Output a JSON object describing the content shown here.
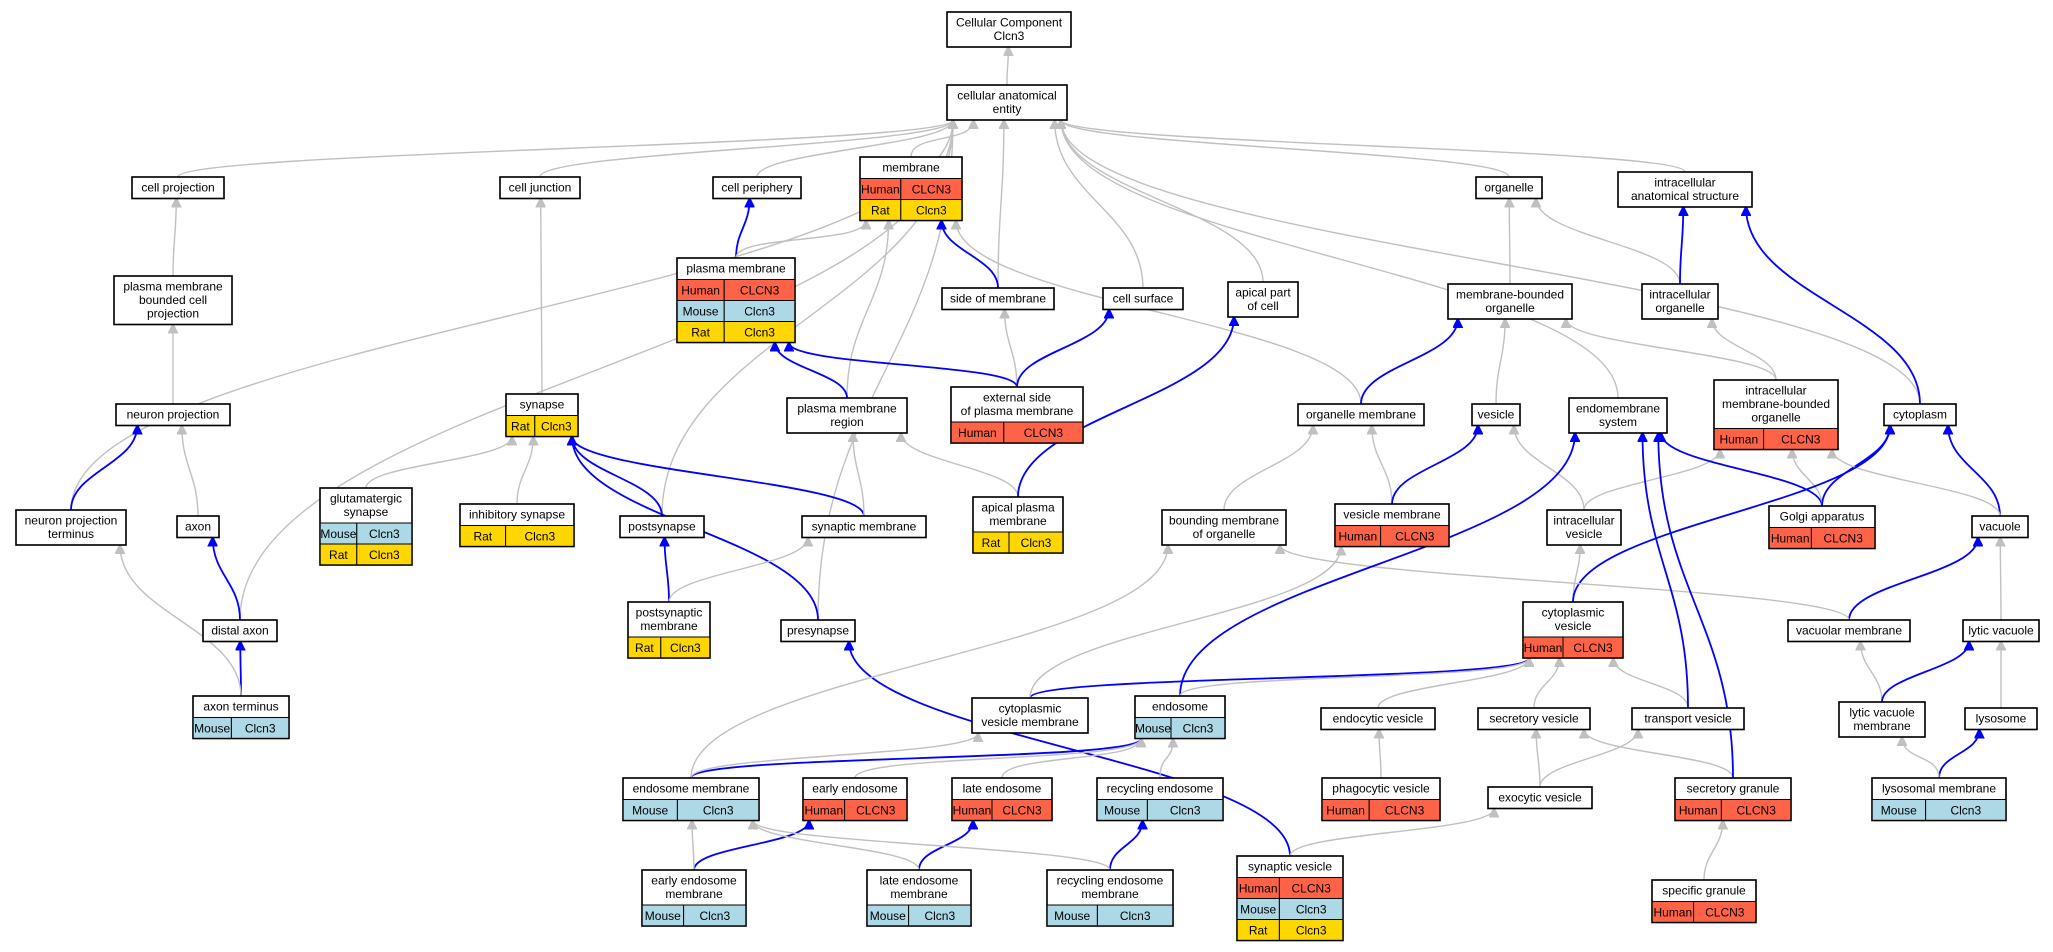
{
  "colors": {
    "Human": "#ff6347",
    "Mouse": "#add8e6",
    "Rat": "#ffd700",
    "is_a_edge": "#c0c0c0",
    "part_of_edge": "#0000ff"
  },
  "nodes": {
    "cc_root": {
      "label": [
        "Cellular Component",
        "Clcn3"
      ],
      "rows": []
    },
    "cae": {
      "label": [
        "cellular anatomical",
        "entity"
      ],
      "rows": []
    },
    "cell_projection": {
      "label": [
        "cell projection"
      ],
      "rows": []
    },
    "cell_junction": {
      "label": [
        "cell junction"
      ],
      "rows": []
    },
    "cell_periphery": {
      "label": [
        "cell periphery"
      ],
      "rows": []
    },
    "membrane": {
      "label": [
        "membrane"
      ],
      "rows": [
        {
          "species": "Human",
          "gene": "CLCN3"
        },
        {
          "species": "Rat",
          "gene": "Clcn3"
        }
      ]
    },
    "organelle": {
      "label": [
        "organelle"
      ],
      "rows": []
    },
    "ias": {
      "label": [
        "intracellular",
        "anatomical structure"
      ],
      "rows": []
    },
    "pmbcp": {
      "label": [
        "plasma membrane",
        "bounded cell",
        "projection"
      ],
      "rows": []
    },
    "plasma_membrane": {
      "label": [
        "plasma membrane"
      ],
      "rows": [
        {
          "species": "Human",
          "gene": "CLCN3"
        },
        {
          "species": "Mouse",
          "gene": "Clcn3"
        },
        {
          "species": "Rat",
          "gene": "Clcn3"
        }
      ]
    },
    "side_of_membrane": {
      "label": [
        "side of membrane"
      ],
      "rows": []
    },
    "cell_surface": {
      "label": [
        "cell surface"
      ],
      "rows": []
    },
    "apical_part": {
      "label": [
        "apical part",
        "of cell"
      ],
      "rows": []
    },
    "mbo": {
      "label": [
        "membrane-bounded",
        "organelle"
      ],
      "rows": []
    },
    "intra_organelle": {
      "label": [
        "intracellular",
        "organelle"
      ],
      "rows": []
    },
    "neuron_projection": {
      "label": [
        "neuron projection"
      ],
      "rows": []
    },
    "synapse": {
      "label": [
        "synapse"
      ],
      "rows": [
        {
          "species": "Rat",
          "gene": "Clcn3"
        }
      ]
    },
    "pm_region": {
      "label": [
        "plasma membrane",
        "region"
      ],
      "rows": []
    },
    "ext_side_pm": {
      "label": [
        "external side",
        "of plasma membrane"
      ],
      "rows": [
        {
          "species": "Human",
          "gene": "CLCN3"
        }
      ]
    },
    "organelle_membrane": {
      "label": [
        "organelle membrane"
      ],
      "rows": []
    },
    "vesicle": {
      "label": [
        "vesicle"
      ],
      "rows": []
    },
    "endomembrane": {
      "label": [
        "endomembrane",
        "system"
      ],
      "rows": []
    },
    "imbo": {
      "label": [
        "intracellular",
        "membrane-bounded",
        "organelle"
      ],
      "rows": [
        {
          "species": "Human",
          "gene": "CLCN3"
        }
      ]
    },
    "cytoplasm": {
      "label": [
        "cytoplasm"
      ],
      "rows": []
    },
    "npt": {
      "label": [
        "neuron projection",
        "terminus"
      ],
      "rows": []
    },
    "axon": {
      "label": [
        "axon"
      ],
      "rows": []
    },
    "glut_synapse": {
      "label": [
        "glutamatergic",
        "synapse"
      ],
      "rows": [
        {
          "species": "Mouse",
          "gene": "Clcn3"
        },
        {
          "species": "Rat",
          "gene": "Clcn3"
        }
      ]
    },
    "inhib_synapse": {
      "label": [
        "inhibitory synapse"
      ],
      "rows": [
        {
          "species": "Rat",
          "gene": "Clcn3"
        }
      ]
    },
    "postsynapse": {
      "label": [
        "postsynapse"
      ],
      "rows": []
    },
    "synaptic_membrane": {
      "label": [
        "synaptic membrane"
      ],
      "rows": []
    },
    "apical_pm": {
      "label": [
        "apical plasma",
        "membrane"
      ],
      "rows": [
        {
          "species": "Rat",
          "gene": "Clcn3"
        }
      ]
    },
    "bounding_membrane": {
      "label": [
        "bounding membrane",
        "of organelle"
      ],
      "rows": []
    },
    "vesicle_membrane": {
      "label": [
        "vesicle membrane"
      ],
      "rows": [
        {
          "species": "Human",
          "gene": "CLCN3"
        }
      ]
    },
    "intra_vesicle": {
      "label": [
        "intracellular",
        "vesicle"
      ],
      "rows": []
    },
    "golgi": {
      "label": [
        "Golgi apparatus"
      ],
      "rows": [
        {
          "species": "Human",
          "gene": "CLCN3"
        }
      ]
    },
    "vacuole": {
      "label": [
        "vacuole"
      ],
      "rows": []
    },
    "distal_axon": {
      "label": [
        "distal axon"
      ],
      "rows": []
    },
    "postsyn_membrane": {
      "label": [
        "postsynaptic",
        "membrane"
      ],
      "rows": [
        {
          "species": "Rat",
          "gene": "Clcn3"
        }
      ]
    },
    "presynapse": {
      "label": [
        "presynapse"
      ],
      "rows": []
    },
    "cyto_vesicle": {
      "label": [
        "cytoplasmic",
        "vesicle"
      ],
      "rows": [
        {
          "species": "Human",
          "gene": "CLCN3"
        }
      ]
    },
    "vacuolar_membrane": {
      "label": [
        "vacuolar membrane"
      ],
      "rows": []
    },
    "lytic_vacuole": {
      "label": [
        "lytic vacuole"
      ],
      "rows": []
    },
    "axon_terminus": {
      "label": [
        "axon terminus"
      ],
      "rows": [
        {
          "species": "Mouse",
          "gene": "Clcn3"
        }
      ]
    },
    "cvm": {
      "label": [
        "cytoplasmic",
        "vesicle membrane"
      ],
      "rows": []
    },
    "endosome": {
      "label": [
        "endosome"
      ],
      "rows": [
        {
          "species": "Mouse",
          "gene": "Clcn3"
        }
      ]
    },
    "endocytic_vesicle": {
      "label": [
        "endocytic vesicle"
      ],
      "rows": []
    },
    "secretory_vesicle": {
      "label": [
        "secretory vesicle"
      ],
      "rows": []
    },
    "transport_vesicle": {
      "label": [
        "transport vesicle"
      ],
      "rows": []
    },
    "lvm": {
      "label": [
        "lytic vacuole",
        "membrane"
      ],
      "rows": []
    },
    "lysosome": {
      "label": [
        "lysosome"
      ],
      "rows": []
    },
    "endosome_membrane": {
      "label": [
        "endosome membrane"
      ],
      "rows": [
        {
          "species": "Mouse",
          "gene": "Clcn3"
        }
      ]
    },
    "early_endosome": {
      "label": [
        "early endosome"
      ],
      "rows": [
        {
          "species": "Human",
          "gene": "CLCN3"
        }
      ]
    },
    "late_endosome": {
      "label": [
        "late endosome"
      ],
      "rows": [
        {
          "species": "Human",
          "gene": "CLCN3"
        }
      ]
    },
    "recycling_endosome": {
      "label": [
        "recycling endosome"
      ],
      "rows": [
        {
          "species": "Mouse",
          "gene": "Clcn3"
        }
      ]
    },
    "phagocytic_vesicle": {
      "label": [
        "phagocytic vesicle"
      ],
      "rows": [
        {
          "species": "Human",
          "gene": "CLCN3"
        }
      ]
    },
    "exocytic_vesicle": {
      "label": [
        "exocytic vesicle"
      ],
      "rows": []
    },
    "secretory_granule": {
      "label": [
        "secretory granule"
      ],
      "rows": [
        {
          "species": "Human",
          "gene": "CLCN3"
        }
      ]
    },
    "lysosomal_membrane": {
      "label": [
        "lysosomal membrane"
      ],
      "rows": [
        {
          "species": "Mouse",
          "gene": "Clcn3"
        }
      ]
    },
    "eem": {
      "label": [
        "early endosome",
        "membrane"
      ],
      "rows": [
        {
          "species": "Mouse",
          "gene": "Clcn3"
        }
      ]
    },
    "lem": {
      "label": [
        "late endosome",
        "membrane"
      ],
      "rows": [
        {
          "species": "Mouse",
          "gene": "Clcn3"
        }
      ]
    },
    "rem": {
      "label": [
        "recycling endosome",
        "membrane"
      ],
      "rows": [
        {
          "species": "Mouse",
          "gene": "Clcn3"
        }
      ]
    },
    "synaptic_vesicle": {
      "label": [
        "synaptic vesicle"
      ],
      "rows": [
        {
          "species": "Human",
          "gene": "CLCN3"
        },
        {
          "species": "Mouse",
          "gene": "Clcn3"
        },
        {
          "species": "Rat",
          "gene": "Clcn3"
        }
      ]
    },
    "specific_granule": {
      "label": [
        "specific granule"
      ],
      "rows": [
        {
          "species": "Human",
          "gene": "CLCN3"
        }
      ]
    }
  },
  "edges": [
    {
      "from": "cae",
      "to": "cc_root",
      "type": "is_a"
    },
    {
      "from": "cell_projection",
      "to": "cae",
      "type": "is_a"
    },
    {
      "from": "cell_junction",
      "to": "cae",
      "type": "is_a"
    },
    {
      "from": "cell_periphery",
      "to": "cae",
      "type": "is_a"
    },
    {
      "from": "membrane",
      "to": "cae",
      "type": "is_a"
    },
    {
      "from": "organelle",
      "to": "cae",
      "type": "is_a"
    },
    {
      "from": "ias",
      "to": "cae",
      "type": "is_a"
    },
    {
      "from": "side_of_membrane",
      "to": "cae",
      "type": "is_a"
    },
    {
      "from": "cell_surface",
      "to": "cae",
      "type": "is_a"
    },
    {
      "from": "apical_part",
      "to": "cae",
      "type": "is_a"
    },
    {
      "from": "npt",
      "to": "cae",
      "type": "is_a"
    },
    {
      "from": "distal_axon",
      "to": "cae",
      "type": "is_a"
    },
    {
      "from": "postsynapse",
      "to": "cae",
      "type": "is_a"
    },
    {
      "from": "presynapse",
      "to": "cae",
      "type": "is_a"
    },
    {
      "from": "endomembrane",
      "to": "cae",
      "type": "is_a"
    },
    {
      "from": "cytoplasm",
      "to": "cae",
      "type": "is_a"
    },
    {
      "from": "pmbcp",
      "to": "cell_projection",
      "type": "is_a"
    },
    {
      "from": "neuron_projection",
      "to": "pmbcp",
      "type": "is_a"
    },
    {
      "from": "axon",
      "to": "neuron_projection",
      "type": "is_a"
    },
    {
      "from": "npt",
      "to": "neuron_projection",
      "type": "part_of"
    },
    {
      "from": "distal_axon",
      "to": "axon",
      "type": "part_of"
    },
    {
      "from": "axon_terminus",
      "to": "distal_axon",
      "type": "part_of"
    },
    {
      "from": "axon_terminus",
      "to": "npt",
      "type": "is_a"
    },
    {
      "from": "synapse",
      "to": "cell_junction",
      "type": "is_a"
    },
    {
      "from": "glut_synapse",
      "to": "synapse",
      "type": "is_a"
    },
    {
      "from": "inhib_synapse",
      "to": "synapse",
      "type": "is_a"
    },
    {
      "from": "postsynapse",
      "to": "synapse",
      "type": "part_of"
    },
    {
      "from": "presynapse",
      "to": "synapse",
      "type": "part_of"
    },
    {
      "from": "synaptic_membrane",
      "to": "synapse",
      "type": "part_of"
    },
    {
      "from": "plasma_membrane",
      "to": "cell_periphery",
      "type": "part_of"
    },
    {
      "from": "plasma_membrane",
      "to": "membrane",
      "type": "is_a"
    },
    {
      "from": "side_of_membrane",
      "to": "membrane",
      "type": "part_of"
    },
    {
      "from": "pm_region",
      "to": "membrane",
      "type": "is_a"
    },
    {
      "from": "organelle_membrane",
      "to": "membrane",
      "type": "is_a"
    },
    {
      "from": "pm_region",
      "to": "plasma_membrane",
      "type": "part_of"
    },
    {
      "from": "ext_side_pm",
      "to": "plasma_membrane",
      "type": "part_of"
    },
    {
      "from": "ext_side_pm",
      "to": "side_of_membrane",
      "type": "is_a"
    },
    {
      "from": "ext_side_pm",
      "to": "cell_surface",
      "type": "part_of"
    },
    {
      "from": "synaptic_membrane",
      "to": "pm_region",
      "type": "is_a"
    },
    {
      "from": "apical_pm",
      "to": "pm_region",
      "type": "is_a"
    },
    {
      "from": "apical_pm",
      "to": "apical_part",
      "type": "part_of"
    },
    {
      "from": "postsyn_membrane",
      "to": "postsynapse",
      "type": "part_of"
    },
    {
      "from": "postsyn_membrane",
      "to": "synaptic_membrane",
      "type": "is_a"
    },
    {
      "from": "mbo",
      "to": "organelle",
      "type": "is_a"
    },
    {
      "from": "intra_organelle",
      "to": "organelle",
      "type": "is_a"
    },
    {
      "from": "intra_organelle",
      "to": "ias",
      "type": "part_of"
    },
    {
      "from": "cytoplasm",
      "to": "ias",
      "type": "part_of"
    },
    {
      "from": "organelle_membrane",
      "to": "mbo",
      "type": "part_of"
    },
    {
      "from": "vesicle",
      "to": "mbo",
      "type": "is_a"
    },
    {
      "from": "imbo",
      "to": "mbo",
      "type": "is_a"
    },
    {
      "from": "imbo",
      "to": "intra_organelle",
      "type": "is_a"
    },
    {
      "from": "bounding_membrane",
      "to": "organelle_membrane",
      "type": "is_a"
    },
    {
      "from": "vesicle_membrane",
      "to": "organelle_membrane",
      "type": "is_a"
    },
    {
      "from": "vesicle_membrane",
      "to": "vesicle",
      "type": "part_of"
    },
    {
      "from": "intra_vesicle",
      "to": "vesicle",
      "type": "is_a"
    },
    {
      "from": "intra_vesicle",
      "to": "imbo",
      "type": "is_a"
    },
    {
      "from": "golgi",
      "to": "endomembrane",
      "type": "part_of"
    },
    {
      "from": "golgi",
      "to": "imbo",
      "type": "is_a"
    },
    {
      "from": "golgi",
      "to": "cytoplasm",
      "type": "part_of"
    },
    {
      "from": "vacuole",
      "to": "cytoplasm",
      "type": "part_of"
    },
    {
      "from": "vacuole",
      "to": "imbo",
      "type": "is_a"
    },
    {
      "from": "cyto_vesicle",
      "to": "intra_vesicle",
      "type": "is_a"
    },
    {
      "from": "cyto_vesicle",
      "to": "cytoplasm",
      "type": "part_of"
    },
    {
      "from": "vacuolar_membrane",
      "to": "vacuole",
      "type": "part_of"
    },
    {
      "from": "vacuolar_membrane",
      "to": "bounding_membrane",
      "type": "is_a"
    },
    {
      "from": "lytic_vacuole",
      "to": "vacuole",
      "type": "is_a"
    },
    {
      "from": "lvm",
      "to": "vacuolar_membrane",
      "type": "is_a"
    },
    {
      "from": "lvm",
      "to": "lytic_vacuole",
      "type": "part_of"
    },
    {
      "from": "lysosome",
      "to": "lytic_vacuole",
      "type": "is_a"
    },
    {
      "from": "lysosomal_membrane",
      "to": "lysosome",
      "type": "part_of"
    },
    {
      "from": "lysosomal_membrane",
      "to": "lvm",
      "type": "is_a"
    },
    {
      "from": "cvm",
      "to": "cyto_vesicle",
      "type": "part_of"
    },
    {
      "from": "cvm",
      "to": "vesicle_membrane",
      "type": "is_a"
    },
    {
      "from": "endosome",
      "to": "endomembrane",
      "type": "part_of"
    },
    {
      "from": "endosome",
      "to": "cyto_vesicle",
      "type": "is_a"
    },
    {
      "from": "endocytic_vesicle",
      "to": "cyto_vesicle",
      "type": "is_a"
    },
    {
      "from": "secretory_vesicle",
      "to": "cyto_vesicle",
      "type": "is_a"
    },
    {
      "from": "transport_vesicle",
      "to": "cyto_vesicle",
      "type": "is_a"
    },
    {
      "from": "transport_vesicle",
      "to": "endomembrane",
      "type": "part_of"
    },
    {
      "from": "phagocytic_vesicle",
      "to": "endocytic_vesicle",
      "type": "is_a"
    },
    {
      "from": "exocytic_vesicle",
      "to": "secretory_vesicle",
      "type": "is_a"
    },
    {
      "from": "exocytic_vesicle",
      "to": "transport_vesicle",
      "type": "is_a"
    },
    {
      "from": "secretory_granule",
      "to": "secretory_vesicle",
      "type": "is_a"
    },
    {
      "from": "secretory_granule",
      "to": "endomembrane",
      "type": "part_of"
    },
    {
      "from": "specific_granule",
      "to": "secretory_granule",
      "type": "is_a"
    },
    {
      "from": "synaptic_vesicle",
      "to": "presynapse",
      "type": "part_of"
    },
    {
      "from": "synaptic_vesicle",
      "to": "exocytic_vesicle",
      "type": "is_a"
    },
    {
      "from": "endosome_membrane",
      "to": "endosome",
      "type": "part_of"
    },
    {
      "from": "endosome_membrane",
      "to": "bounding_membrane",
      "type": "is_a"
    },
    {
      "from": "endosome_membrane",
      "to": "cvm",
      "type": "is_a"
    },
    {
      "from": "early_endosome",
      "to": "endosome",
      "type": "is_a"
    },
    {
      "from": "late_endosome",
      "to": "endosome",
      "type": "is_a"
    },
    {
      "from": "recycling_endosome",
      "to": "endosome",
      "type": "is_a"
    },
    {
      "from": "eem",
      "to": "early_endosome",
      "type": "part_of"
    },
    {
      "from": "eem",
      "to": "endosome_membrane",
      "type": "is_a"
    },
    {
      "from": "lem",
      "to": "late_endosome",
      "type": "part_of"
    },
    {
      "from": "lem",
      "to": "endosome_membrane",
      "type": "is_a"
    },
    {
      "from": "rem",
      "to": "recycling_endosome",
      "type": "part_of"
    },
    {
      "from": "rem",
      "to": "endosome_membrane",
      "type": "is_a"
    }
  ]
}
